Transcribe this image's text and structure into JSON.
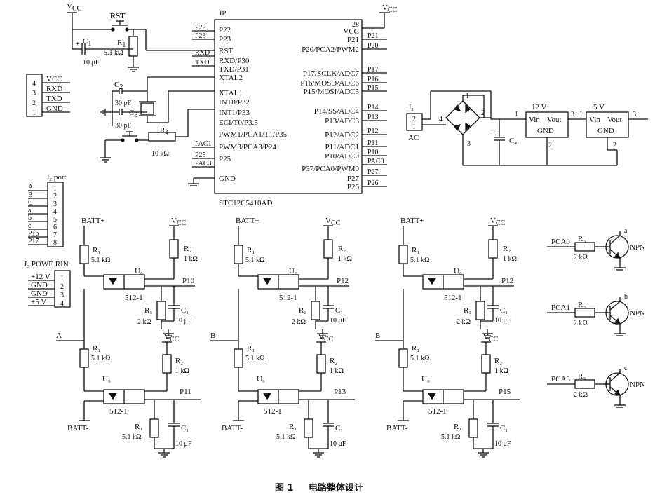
{
  "caption": {
    "fig": "图 1",
    "title": "电路整体设计"
  },
  "mcu": {
    "ref": "JP",
    "part": "STC12C5410AD",
    "left_pins": [
      "P22",
      "P23",
      "RST",
      "RXD/P30",
      "TXD/P31",
      "XTAL2",
      "XTAL1",
      "INT0/P32",
      "INT1/P33",
      "ECI/T0/P3.5",
      "PWM1/PCA1/T1/P35",
      "PWM3/PCA3/P24",
      "P25",
      "GND"
    ],
    "right_pins": [
      "VCC",
      "P21",
      "P20/PCA2/PWM2",
      "P17/SCLK/ADC7",
      "P16/MOSO/ADC6",
      "P15/MOSI/ADC5",
      "P14/SS/ADC4",
      "P13/ADC3",
      "P12/ADC2",
      "P11/ADC1",
      "P10/ADC0",
      "P37/PCA0/PWM0",
      "P27",
      "P26"
    ],
    "pin28": "28",
    "left_nets": [
      "P22",
      "P23",
      "RXD",
      "TXD",
      "PAC1",
      "P25",
      "PAC3"
    ],
    "right_nets": [
      "P21",
      "P20",
      "P17",
      "P16",
      "P15",
      "P14",
      "P13",
      "P12",
      "P11",
      "P10",
      "PAC0",
      "P27",
      "P26"
    ]
  },
  "vcc": "V",
  "vcc_sub": "CC",
  "reset": {
    "btn": "RST",
    "c": "C",
    "c_sub": "1",
    "c_val": "10 μF",
    "r": "R",
    "r_sub": "1",
    "r_val": "5.1 kΩ"
  },
  "crystal": {
    "c2": "C",
    "c2_sub": "2",
    "c2_val": "30 pF",
    "c3": "C",
    "c3_sub": "3",
    "c3_val": "30 pF",
    "r": "R",
    "r_sub": "4",
    "r_val": "10 kΩ"
  },
  "uart": {
    "pins": [
      "4",
      "3",
      "2",
      "1"
    ],
    "nets": [
      "VCC",
      "RXD",
      "TXD",
      "GND"
    ]
  },
  "j2": {
    "label": "J₂ port",
    "nets": [
      "A",
      "B",
      "C",
      "a",
      "b",
      "c",
      "P16",
      "P17"
    ],
    "pins": [
      "1",
      "2",
      "3",
      "4",
      "5",
      "6",
      "7",
      "8"
    ]
  },
  "j3": {
    "label": "J₃ POWE RIN",
    "nets": [
      "+12 V",
      "GND",
      "GND",
      "+5 V"
    ],
    "pins": [
      "1",
      "2",
      "3",
      "4"
    ]
  },
  "power": {
    "j1": "J₁",
    "ac": "AC",
    "j1_pins": [
      "2",
      "1"
    ],
    "bridge_pins": [
      "1",
      "2",
      "3",
      "4"
    ],
    "c4": "C₄",
    "plus": "+",
    "reg1_in": "Vin",
    "reg1_out": "Vout",
    "reg1_gnd": "GND",
    "reg1_v": "12 V",
    "reg2_v": "5 V",
    "reg2_in": "Vin",
    "reg2_out": "Vout",
    "reg2_gnd": "GND",
    "nums": [
      "1",
      "3",
      "2",
      "1",
      "3",
      "2"
    ]
  },
  "opto": {
    "batt_plus": "BATT+",
    "batt_minus": "BATT-",
    "u": "U₆",
    "part": "512-1",
    "r1": "R₁",
    "r1v": "5.1 kΩ",
    "r2": "R₂",
    "r2v": "1 kΩ",
    "r3": "R₃",
    "r3v": "2 kΩ",
    "c1": "C₁",
    "c1v": "10 μF",
    "c": "C",
    "rt": "R₁",
    "rtv": "5.1 kΩ",
    "blocks": [
      {
        "in": "A",
        "out_top": "P10",
        "out_bot": "P11"
      },
      {
        "in": "B",
        "out_top": "P12",
        "out_bot": "P13"
      },
      {
        "in": "B",
        "out_top": "P12",
        "out_bot": "P15"
      }
    ]
  },
  "npn": {
    "label": "NPN",
    "r": "R₃",
    "rv": "2 kΩ",
    "items": [
      {
        "net": "PCA0",
        "tag": "a"
      },
      {
        "net": "PCA1",
        "tag": "b"
      },
      {
        "net": "PCA3",
        "tag": "c"
      }
    ]
  }
}
